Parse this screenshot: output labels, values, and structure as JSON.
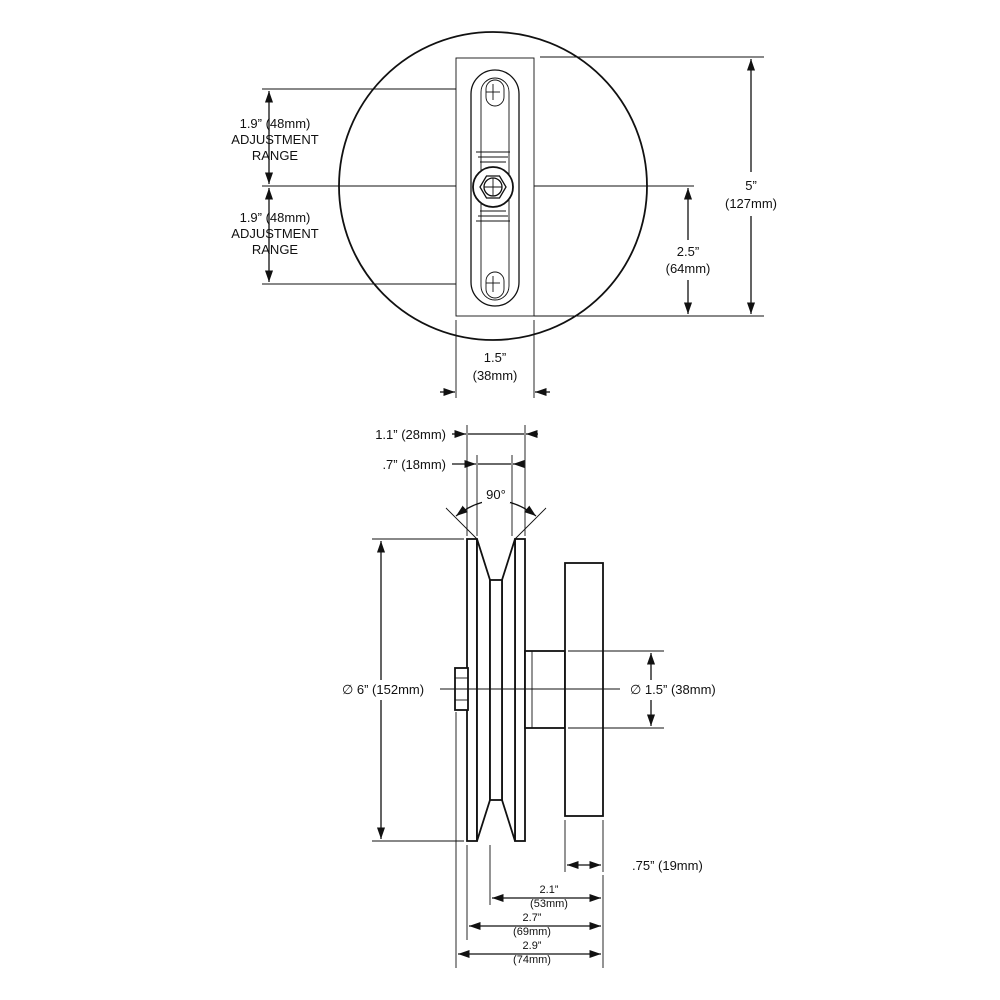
{
  "top_view": {
    "adj_up": {
      "line1": "1.9” (48mm)",
      "line2": "ADJUSTMENT",
      "line3": "RANGE"
    },
    "adj_down": {
      "line1": "1.9” (48mm)",
      "line2": "ADJUSTMENT",
      "line3": "RANGE"
    },
    "plate_diameter": {
      "line1": "5”",
      "line2": "(127mm)"
    },
    "center_height": {
      "line1": "2.5”",
      "line2": "(64mm)"
    },
    "bracket_width": {
      "line1": "1.5”",
      "line2": "(38mm)"
    }
  },
  "side_view": {
    "outer_width": "1.1” (28mm)",
    "groove_width": ".7” (18mm)",
    "groove_angle": "90°",
    "wheel_diameter": "∅ 6” (152mm)",
    "hub_diameter": "∅ 1.5” (38mm)",
    "plate_thickness": ".75” (19mm)",
    "dim_21": {
      "line1": "2.1”",
      "line2": "(53mm)"
    },
    "dim_27": {
      "line1": "2.7”",
      "line2": "(69mm)"
    },
    "dim_29": {
      "line1": "2.9”",
      "line2": "(74mm)"
    }
  },
  "colors": {
    "line": "#111111",
    "fill": "#ffffff",
    "shade": "#ececec"
  }
}
